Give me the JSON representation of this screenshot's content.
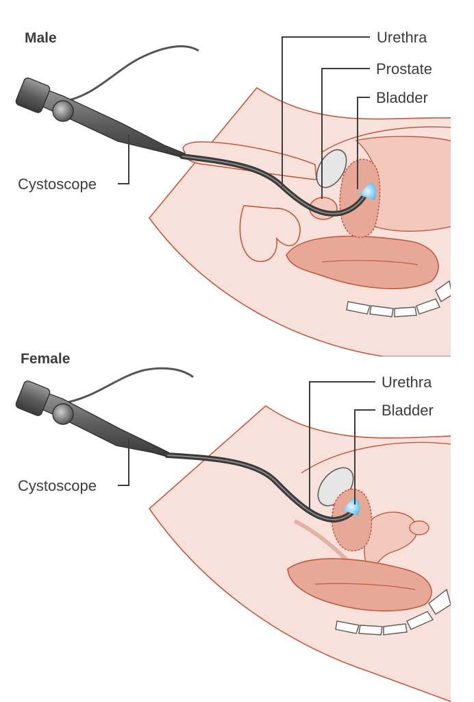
{
  "panels": {
    "male": {
      "title": "Male",
      "labels": {
        "urethra": "Urethra",
        "prostate": "Prostate",
        "bladder": "Bladder",
        "cystoscope": "Cystoscope"
      }
    },
    "female": {
      "title": "Female",
      "labels": {
        "urethra": "Urethra",
        "bladder": "Bladder",
        "cystoscope": "Cystoscope"
      }
    }
  },
  "colors": {
    "skin": "#f8e1db",
    "tissue_outline": "#c0593e",
    "muscle": "#e8a898",
    "bone": "#ffffff",
    "bone_outline": "#5a5a5a",
    "scope_body": "#6e6e6e",
    "scope_tip": "#6ec8f0",
    "pubic_bone": "#e6e6e6"
  }
}
